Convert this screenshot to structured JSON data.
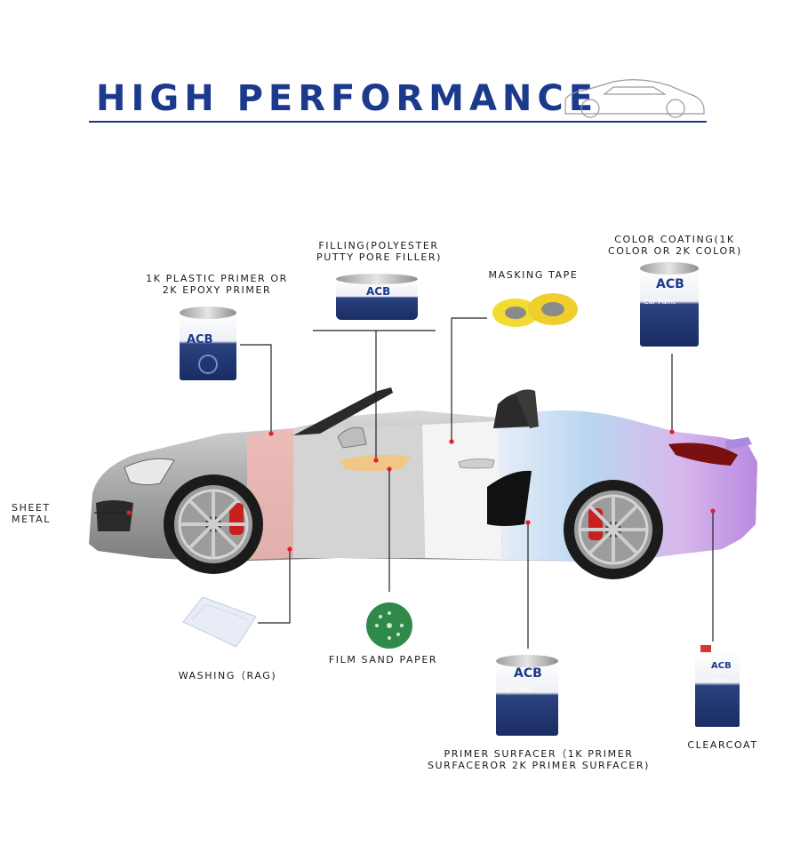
{
  "title": "HIGH PERFORMANCE",
  "brand": "ACB",
  "product_subtitle": "Car Paint",
  "labels": {
    "filling_1": "FILLING(POLYESTER",
    "filling_2": "PUTTY PORE FILLER)",
    "primer_1": "1K PLASTIC PRIMER OR",
    "primer_2": "2K EPOXY PRIMER",
    "masking": "MASKING TAPE",
    "color_1": "COLOR COATING(1K",
    "color_2": "COLOR OR 2K COLOR)",
    "sheet_1": "SHEET",
    "sheet_2": "METAL",
    "washing": "WASHING（RAG)",
    "sand": "FILM SAND PAPER",
    "surfacer_1": "PRIMER SURFACER（1K PRIMER",
    "surfacer_2": "SURFACEROR 2K PRIMER SURFACER)",
    "clearcoat": "CLEARCOAT"
  },
  "colors": {
    "title_blue": "#1c3a8c",
    "can_blue": "#1f3575",
    "marker_red": "#e0202a",
    "tape_yellow": "#f2dc32",
    "sandpaper_green": "#2f8a4a"
  },
  "icons": [
    "car-outline-icon",
    "paint-can-icon",
    "masking-tape-icon",
    "sandpaper-disc-icon",
    "rag-icon",
    "clearcoat-tin-icon"
  ]
}
